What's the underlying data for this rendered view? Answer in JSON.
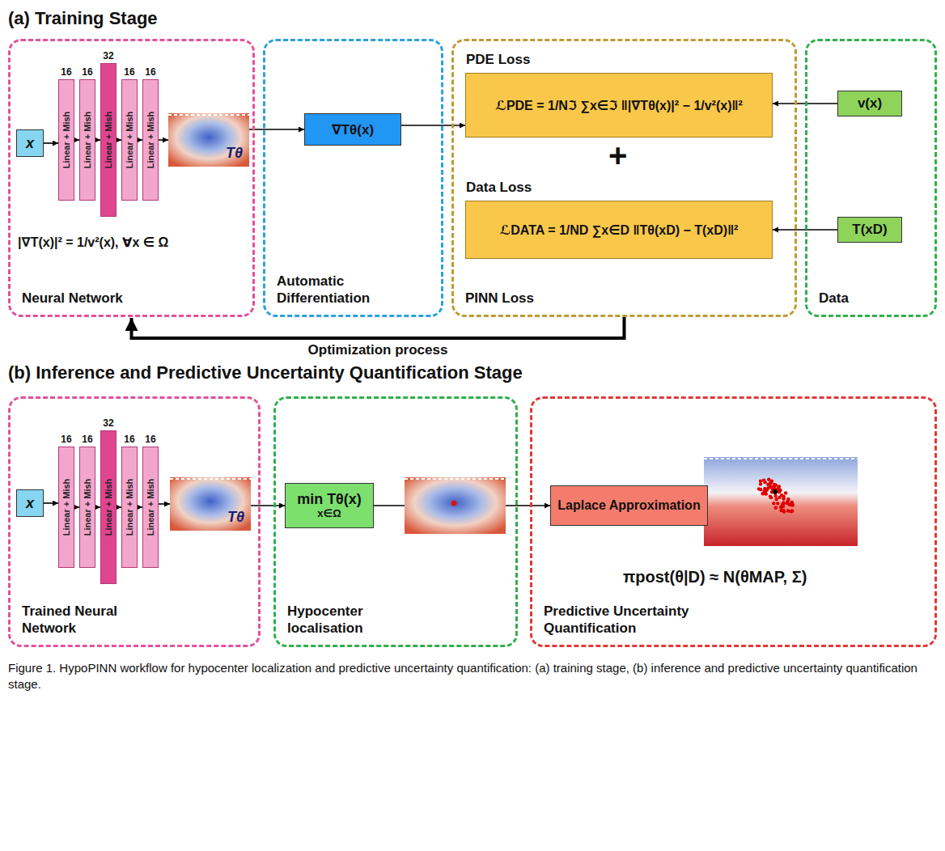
{
  "diagram": {
    "caption": "Figure 1. HypoPINN workflow for hypocenter localization and predictive uncertainty quantification: (a) training stage, (b) inference and predictive uncertainty quantification stage.",
    "nodes": [
      {
        "text": [
          "Neural Network"
        ]
      },
      {
        "text": [
          "x"
        ],
        "in": 0
      },
      {
        "text": [
          "16",
          "Linear + Mish"
        ],
        "in": 0
      },
      {
        "text": [
          "16",
          "Linear + Mish"
        ],
        "in": 0
      },
      {
        "text": [
          "32",
          "Linear + Mish"
        ],
        "in": 0
      },
      {
        "text": [
          "16",
          "Linear + Mish"
        ],
        "in": 0
      },
      {
        "text": [
          "16",
          "Linear + Mish"
        ],
        "in": 0
      },
      {
        "text": [
          "Tθ"
        ],
        "in": 0
      },
      {
        "text": [
          "Automatic Differentiation"
        ]
      },
      {
        "text": [
          "∇Tθ(x)"
        ],
        "in": 8
      },
      {
        "text": [
          "PINN Loss"
        ]
      },
      {
        "text": [
          "PDE Loss",
          "ℒPDE = 1/Nℑ ∑x∈ℑ ‖|∇Tθ(x)|² − 1/v²(x)‖²"
        ],
        "in": 10
      },
      {
        "text": [
          "Data Loss",
          "ℒDATA = 1/ND ∑x∈D ‖Tθ(xD) − T(xD)‖²"
        ],
        "in": 10
      },
      {
        "text": [
          "Data"
        ]
      },
      {
        "text": [
          "v(x)"
        ],
        "in": 13
      },
      {
        "text": [
          "T(xD)"
        ],
        "in": 13
      },
      {
        "text": [
          "Trained Neural Network"
        ]
      },
      {
        "text": [
          "x"
        ],
        "in": 16
      },
      {
        "text": [
          "16",
          "Linear + Mish"
        ],
        "in": 16
      },
      {
        "text": [
          "16",
          "Linear + Mish"
        ],
        "in": 16
      },
      {
        "text": [
          "32",
          "Linear + Mish"
        ],
        "in": 16
      },
      {
        "text": [
          "16",
          "Linear + Mish"
        ],
        "in": 16
      },
      {
        "text": [
          "16",
          "Linear + Mish"
        ],
        "in": 16
      },
      {
        "text": [
          "Tθ"
        ],
        "in": 16
      },
      {
        "text": [
          "Hypocenter localisation"
        ]
      },
      {
        "text": [
          "min Tθ(x)",
          "x∈Ω"
        ],
        "in": 24
      },
      {
        "text": [
          "Predictive Uncertainty Quantification"
        ]
      },
      {
        "text": [
          "Laplace Approximation"
        ],
        "in": 26
      }
    ],
    "edges": [
      {
        "from": 1,
        "to": 2,
        "arrow": "to"
      },
      {
        "from": 2,
        "to": 3,
        "arrow": "to"
      },
      {
        "from": 3,
        "to": 4,
        "arrow": "to"
      },
      {
        "from": 4,
        "to": 5,
        "arrow": "to"
      },
      {
        "from": 5,
        "to": 6,
        "arrow": "to"
      },
      {
        "from": 6,
        "to": 7,
        "arrow": "to"
      },
      {
        "from": 7,
        "to": 9,
        "arrow": "to"
      },
      {
        "from": 9,
        "to": 11,
        "arrow": "to"
      },
      {
        "from": 14,
        "to": 11,
        "arrow": "to"
      },
      {
        "from": 15,
        "to": 12,
        "arrow": "to"
      },
      {
        "from": 10,
        "to": 0,
        "label": "Optimization process",
        "arrow": "to"
      },
      {
        "from": 17,
        "to": 18,
        "arrow": "to"
      },
      {
        "from": 18,
        "to": 19,
        "arrow": "to"
      },
      {
        "from": 19,
        "to": 20,
        "arrow": "to"
      },
      {
        "from": 20,
        "to": 21,
        "arrow": "to"
      },
      {
        "from": 21,
        "to": 22,
        "arrow": "to"
      },
      {
        "from": 22,
        "to": 23,
        "arrow": "to"
      },
      {
        "from": 23,
        "to": 25,
        "arrow": "to"
      },
      {
        "from": 25,
        "to": 27,
        "arrow": "to"
      }
    ],
    "labels": [
      "(a) Training Stage",
      "|∇T(x)|² = 1/v²(x), ∀x ∈ Ω",
      "+",
      "(b) Inference and Predictive Uncertainty Quantification Stage",
      "πpost(θ|D) ≈ N(θMAP, Σ)"
    ]
  }
}
